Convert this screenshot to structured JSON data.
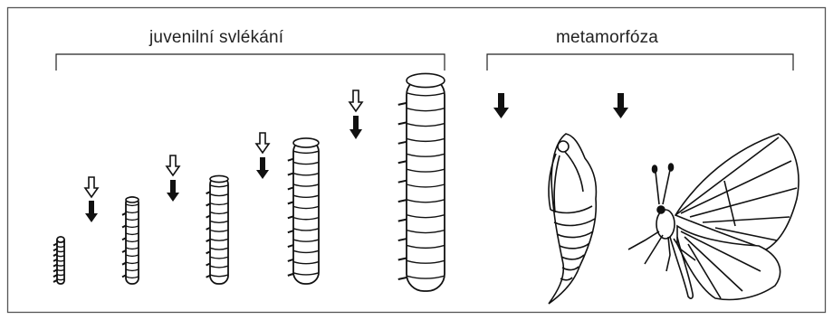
{
  "labels": {
    "juvenile": "juvenilní svlékání",
    "metamorphosis": "metamorfóza"
  },
  "stages": [
    {
      "name": "larva-instar-1"
    },
    {
      "name": "larva-instar-2"
    },
    {
      "name": "larva-instar-3"
    },
    {
      "name": "larva-instar-4"
    },
    {
      "name": "larva-instar-5"
    },
    {
      "name": "pupa"
    },
    {
      "name": "butterfly"
    }
  ],
  "legend_icons": {
    "open_arrow": "hollow-down-arrow-icon",
    "solid_arrow": "solid-down-arrow-icon"
  },
  "colors": {
    "ink": "#111111",
    "frame": "#555555",
    "background": "#ffffff"
  }
}
